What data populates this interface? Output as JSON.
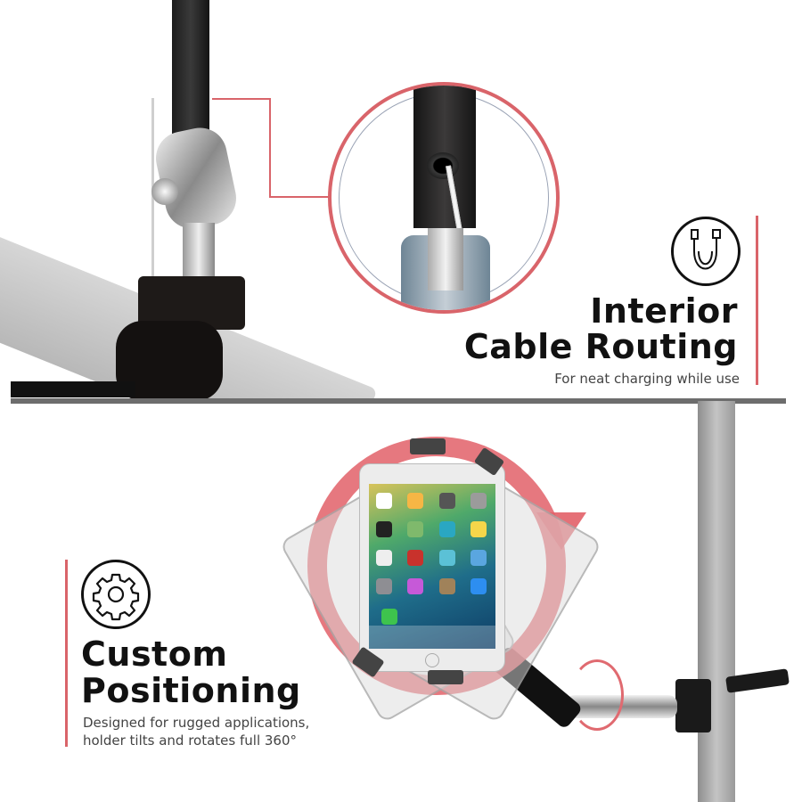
{
  "top_feature": {
    "title_line1": "Interior",
    "title_line2": "Cable Routing",
    "subtitle": "For neat charging while use",
    "icon": "charging-cable-icon"
  },
  "bottom_feature": {
    "title_line1": "Custom",
    "title_line2": "Positioning",
    "subtitle_line1": "Designed for rugged applications,",
    "subtitle_line2": "holder tilts and rotates full 360°",
    "icon": "gear-icon"
  },
  "colors": {
    "accent_red": "#d9646a",
    "divider_gray": "#6d6d6d",
    "text_dark": "#111111"
  }
}
